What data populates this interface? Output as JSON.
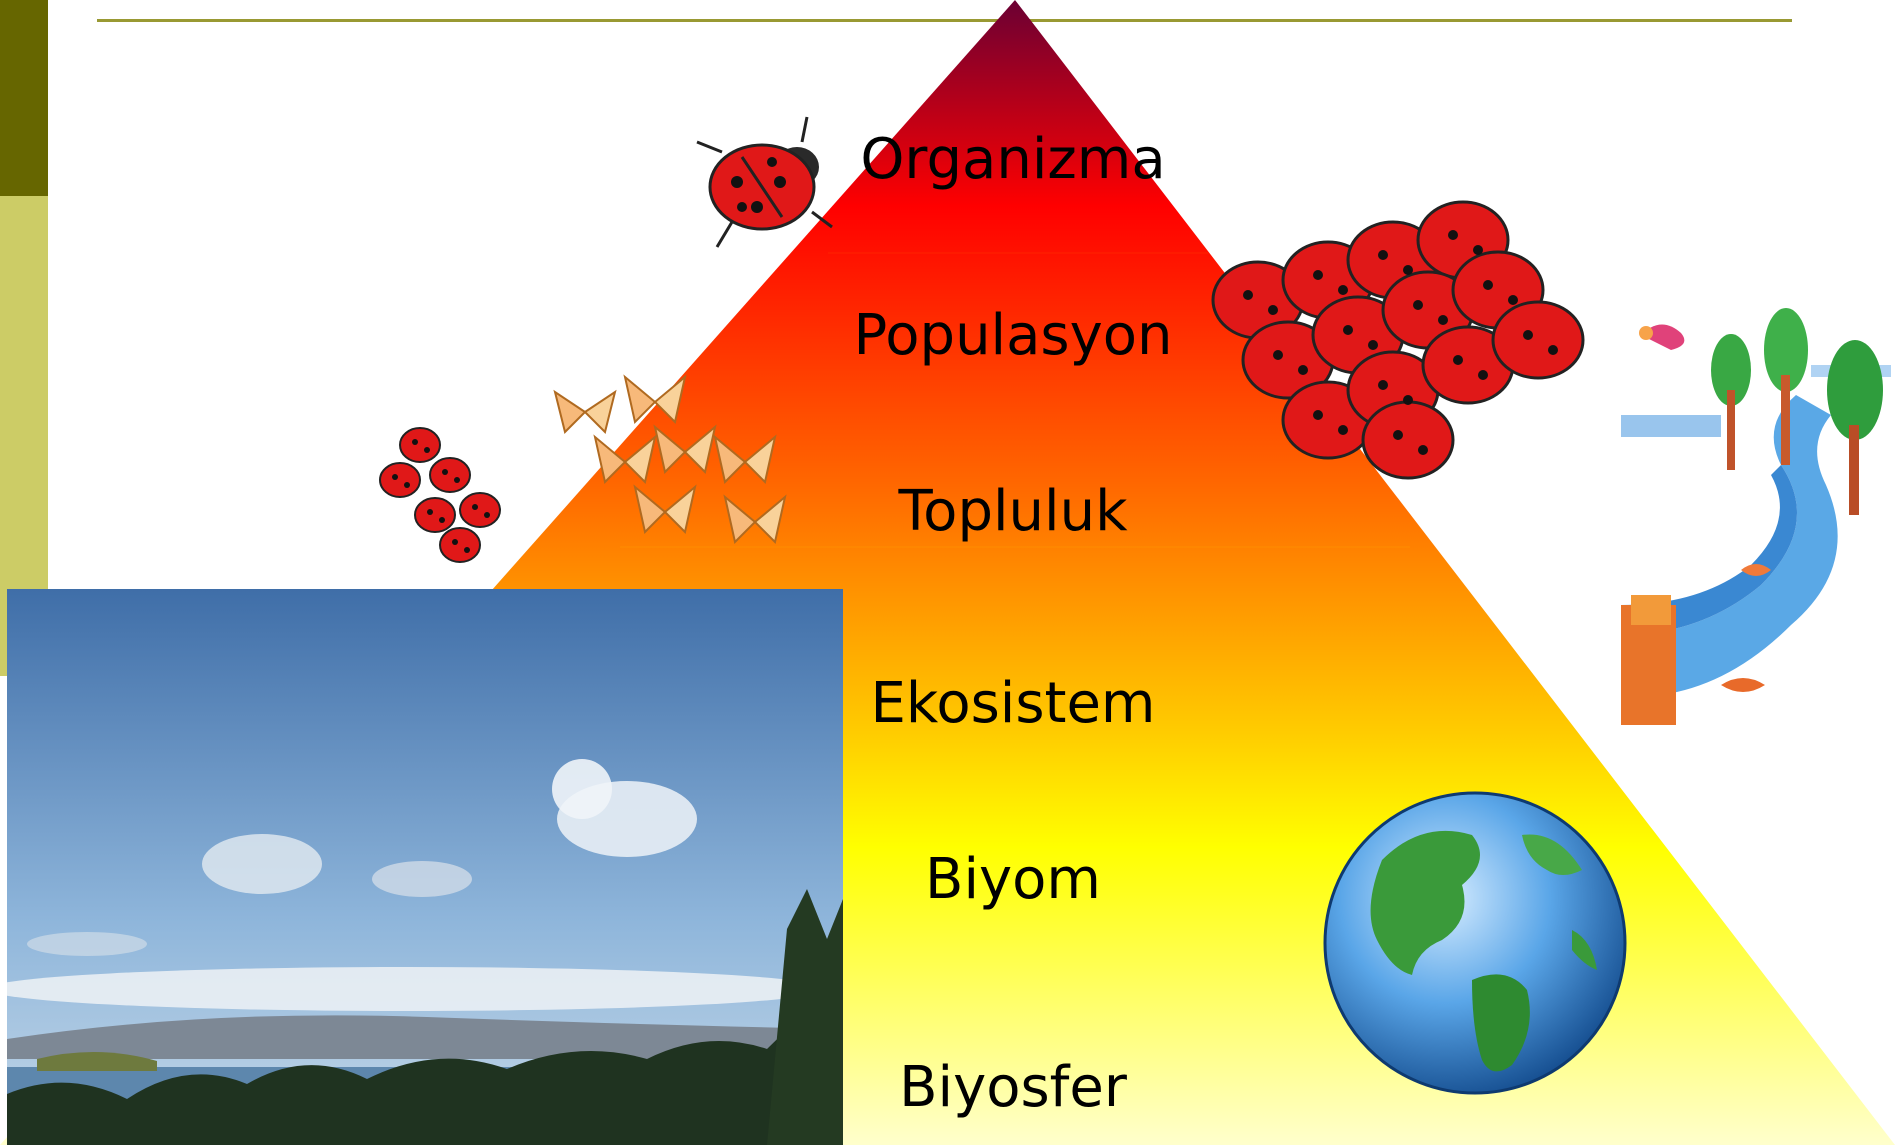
{
  "levels": [
    {
      "label": "Organizma"
    },
    {
      "label": "Populasyon"
    },
    {
      "label": "Topluluk"
    },
    {
      "label": "Ekosistem"
    },
    {
      "label": "Biyom"
    },
    {
      "label": "Biyosfer"
    }
  ],
  "colors": {
    "apex": "#6b0033",
    "red": "#ff0000",
    "orange": "#ff6600",
    "yellow": "#ffff00",
    "pale_yellow": "#ffffcc",
    "theme_dark": "#666600",
    "theme_light": "#cccc66",
    "rule": "#999933"
  },
  "images": {
    "single_organism": "ladybug",
    "population": "ladybug-swarm",
    "community": "ladybugs-and-butterflies",
    "ecosystem": "river-with-fish-trees-bird",
    "biome": "landscape-photo",
    "biosphere": "earth-globe"
  }
}
